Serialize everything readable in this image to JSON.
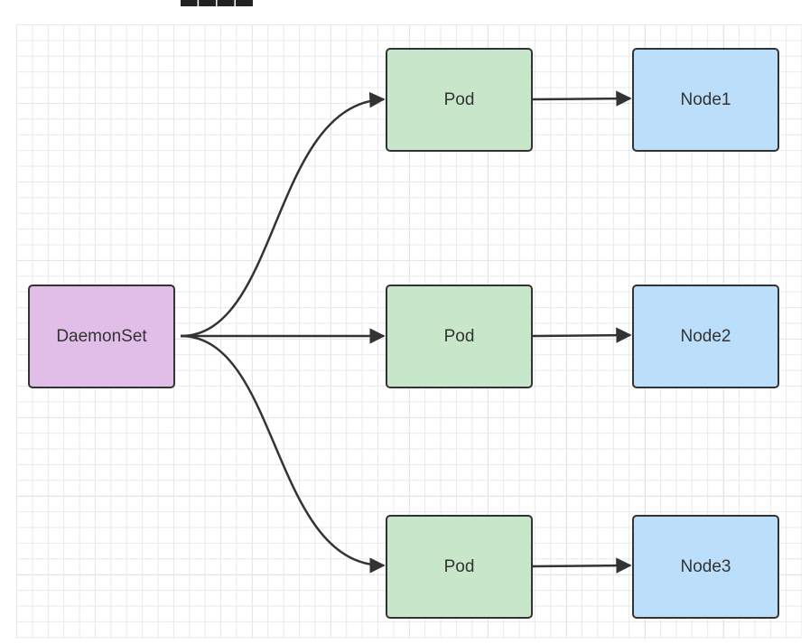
{
  "source": {
    "label": "DaemonSet",
    "color": "#e1bee7"
  },
  "pods": [
    {
      "label": "Pod",
      "color": "#c8e6c9"
    },
    {
      "label": "Pod",
      "color": "#c8e6c9"
    },
    {
      "label": "Pod",
      "color": "#c8e6c9"
    }
  ],
  "nodes": [
    {
      "label": "Node1",
      "color": "#bbdefb"
    },
    {
      "label": "Node2",
      "color": "#bbdefb"
    },
    {
      "label": "Node3",
      "color": "#bbdefb"
    }
  ],
  "edge_color": "#333333"
}
